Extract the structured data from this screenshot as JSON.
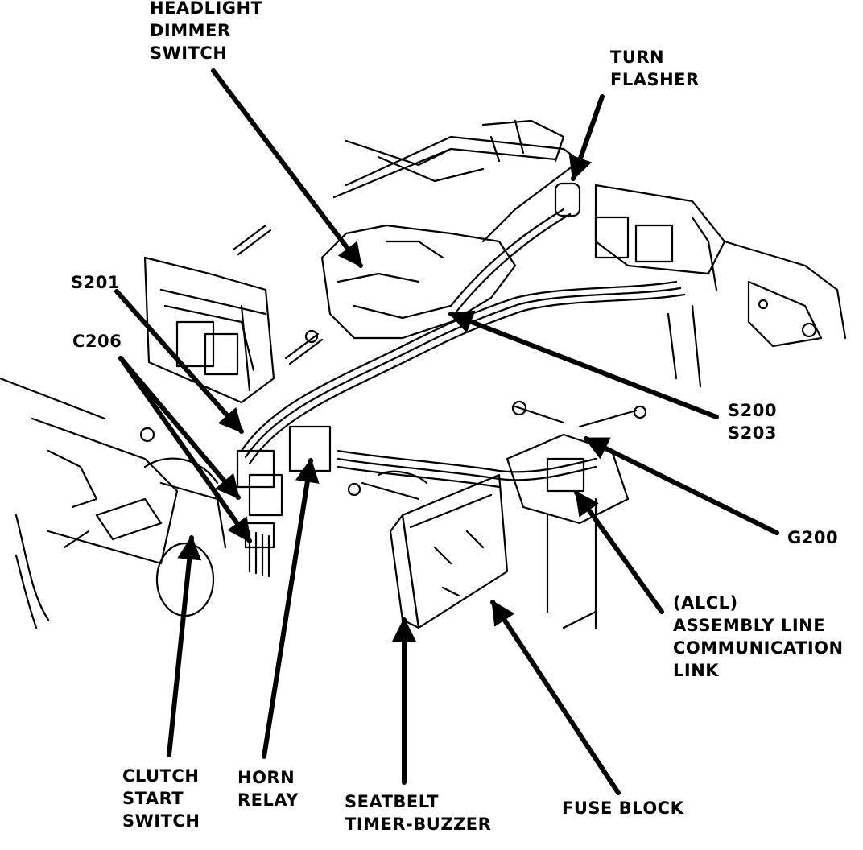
{
  "labels": {
    "headlight_dimmer_switch": [
      "HEADLIGHT",
      "DIMMER",
      "SWITCH"
    ],
    "turn_flasher": [
      "TURN",
      "FLASHER"
    ],
    "s201": "S201",
    "c206": "C206",
    "s200_s203": [
      "S200",
      "S203"
    ],
    "g200": "G200",
    "alcl": [
      "(ALCL)",
      "ASSEMBLY LINE",
      "COMMUNICATION",
      "LINK"
    ],
    "clutch_start_switch": [
      "CLUTCH",
      "START",
      "SWITCH"
    ],
    "horn_relay": [
      "HORN",
      "RELAY"
    ],
    "seatbelt_timer_buzzer": [
      "SEATBELT",
      "TIMER-BUZZER"
    ],
    "fuse_block": "FUSE BLOCK"
  },
  "colors": {
    "ink": "#000000",
    "paper": "#ffffff"
  }
}
